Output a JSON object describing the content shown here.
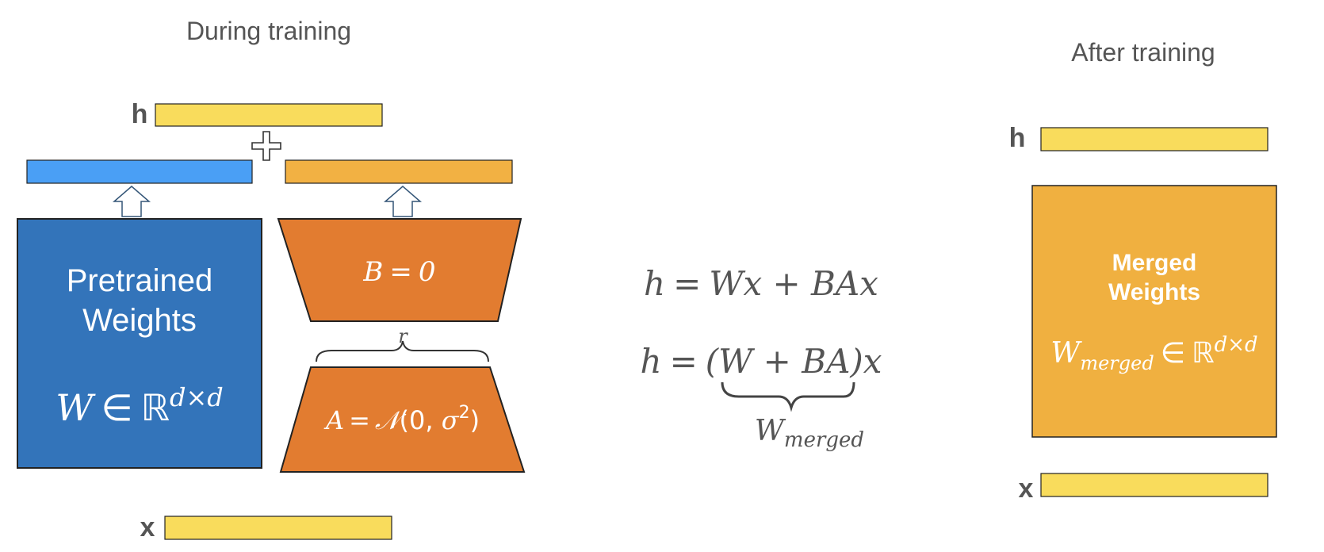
{
  "during_training": {
    "title": "During training",
    "output_label": "h",
    "input_label": "x",
    "pretrained": {
      "line1": "Pretrained",
      "line2": "Weights",
      "formula": {
        "var": "W",
        "op": "∈",
        "set": "ℝ",
        "sup": "d×d"
      }
    },
    "matrix_b": {
      "var": "B",
      "op": "=",
      "value": "0"
    },
    "rank_label": "r",
    "matrix_a": {
      "var": "A",
      "op": "=",
      "dist": "𝒩",
      "args_open": "(0, ",
      "sigma": "σ",
      "sigma_sup": "2",
      "args_close": ")"
    }
  },
  "equations": {
    "eq1": {
      "h": "h",
      "eq": "=",
      "rhs": "Wx + BAx"
    },
    "eq2": {
      "h": "h",
      "eq": "=",
      "rhs": "(W + BA)x"
    },
    "brace": {
      "var": "W",
      "sub": "merged"
    }
  },
  "after_training": {
    "title": "After training",
    "output_label": "h",
    "input_label": "x",
    "merged": {
      "line1": "Merged",
      "line2": "Weights",
      "formula": {
        "var": "W",
        "sub": "merged",
        "op": "∈",
        "set": "ℝ",
        "sup": "d×d"
      }
    }
  },
  "colors": {
    "vector_yellow": "#F9DC5C",
    "pretrained_output_blue": "#4A9FF5",
    "lora_output_orange": "#F2B143",
    "pretrained_blue": "#3374BA",
    "adapter_orange": "#E27C30",
    "merged_orange": "#F0B040",
    "text_gray": "#555555"
  },
  "icons": [
    "plus-icon",
    "arrow-up-icon-pretrained",
    "arrow-up-icon-lora",
    "brace-icon-rank",
    "brace-icon-merged"
  ]
}
